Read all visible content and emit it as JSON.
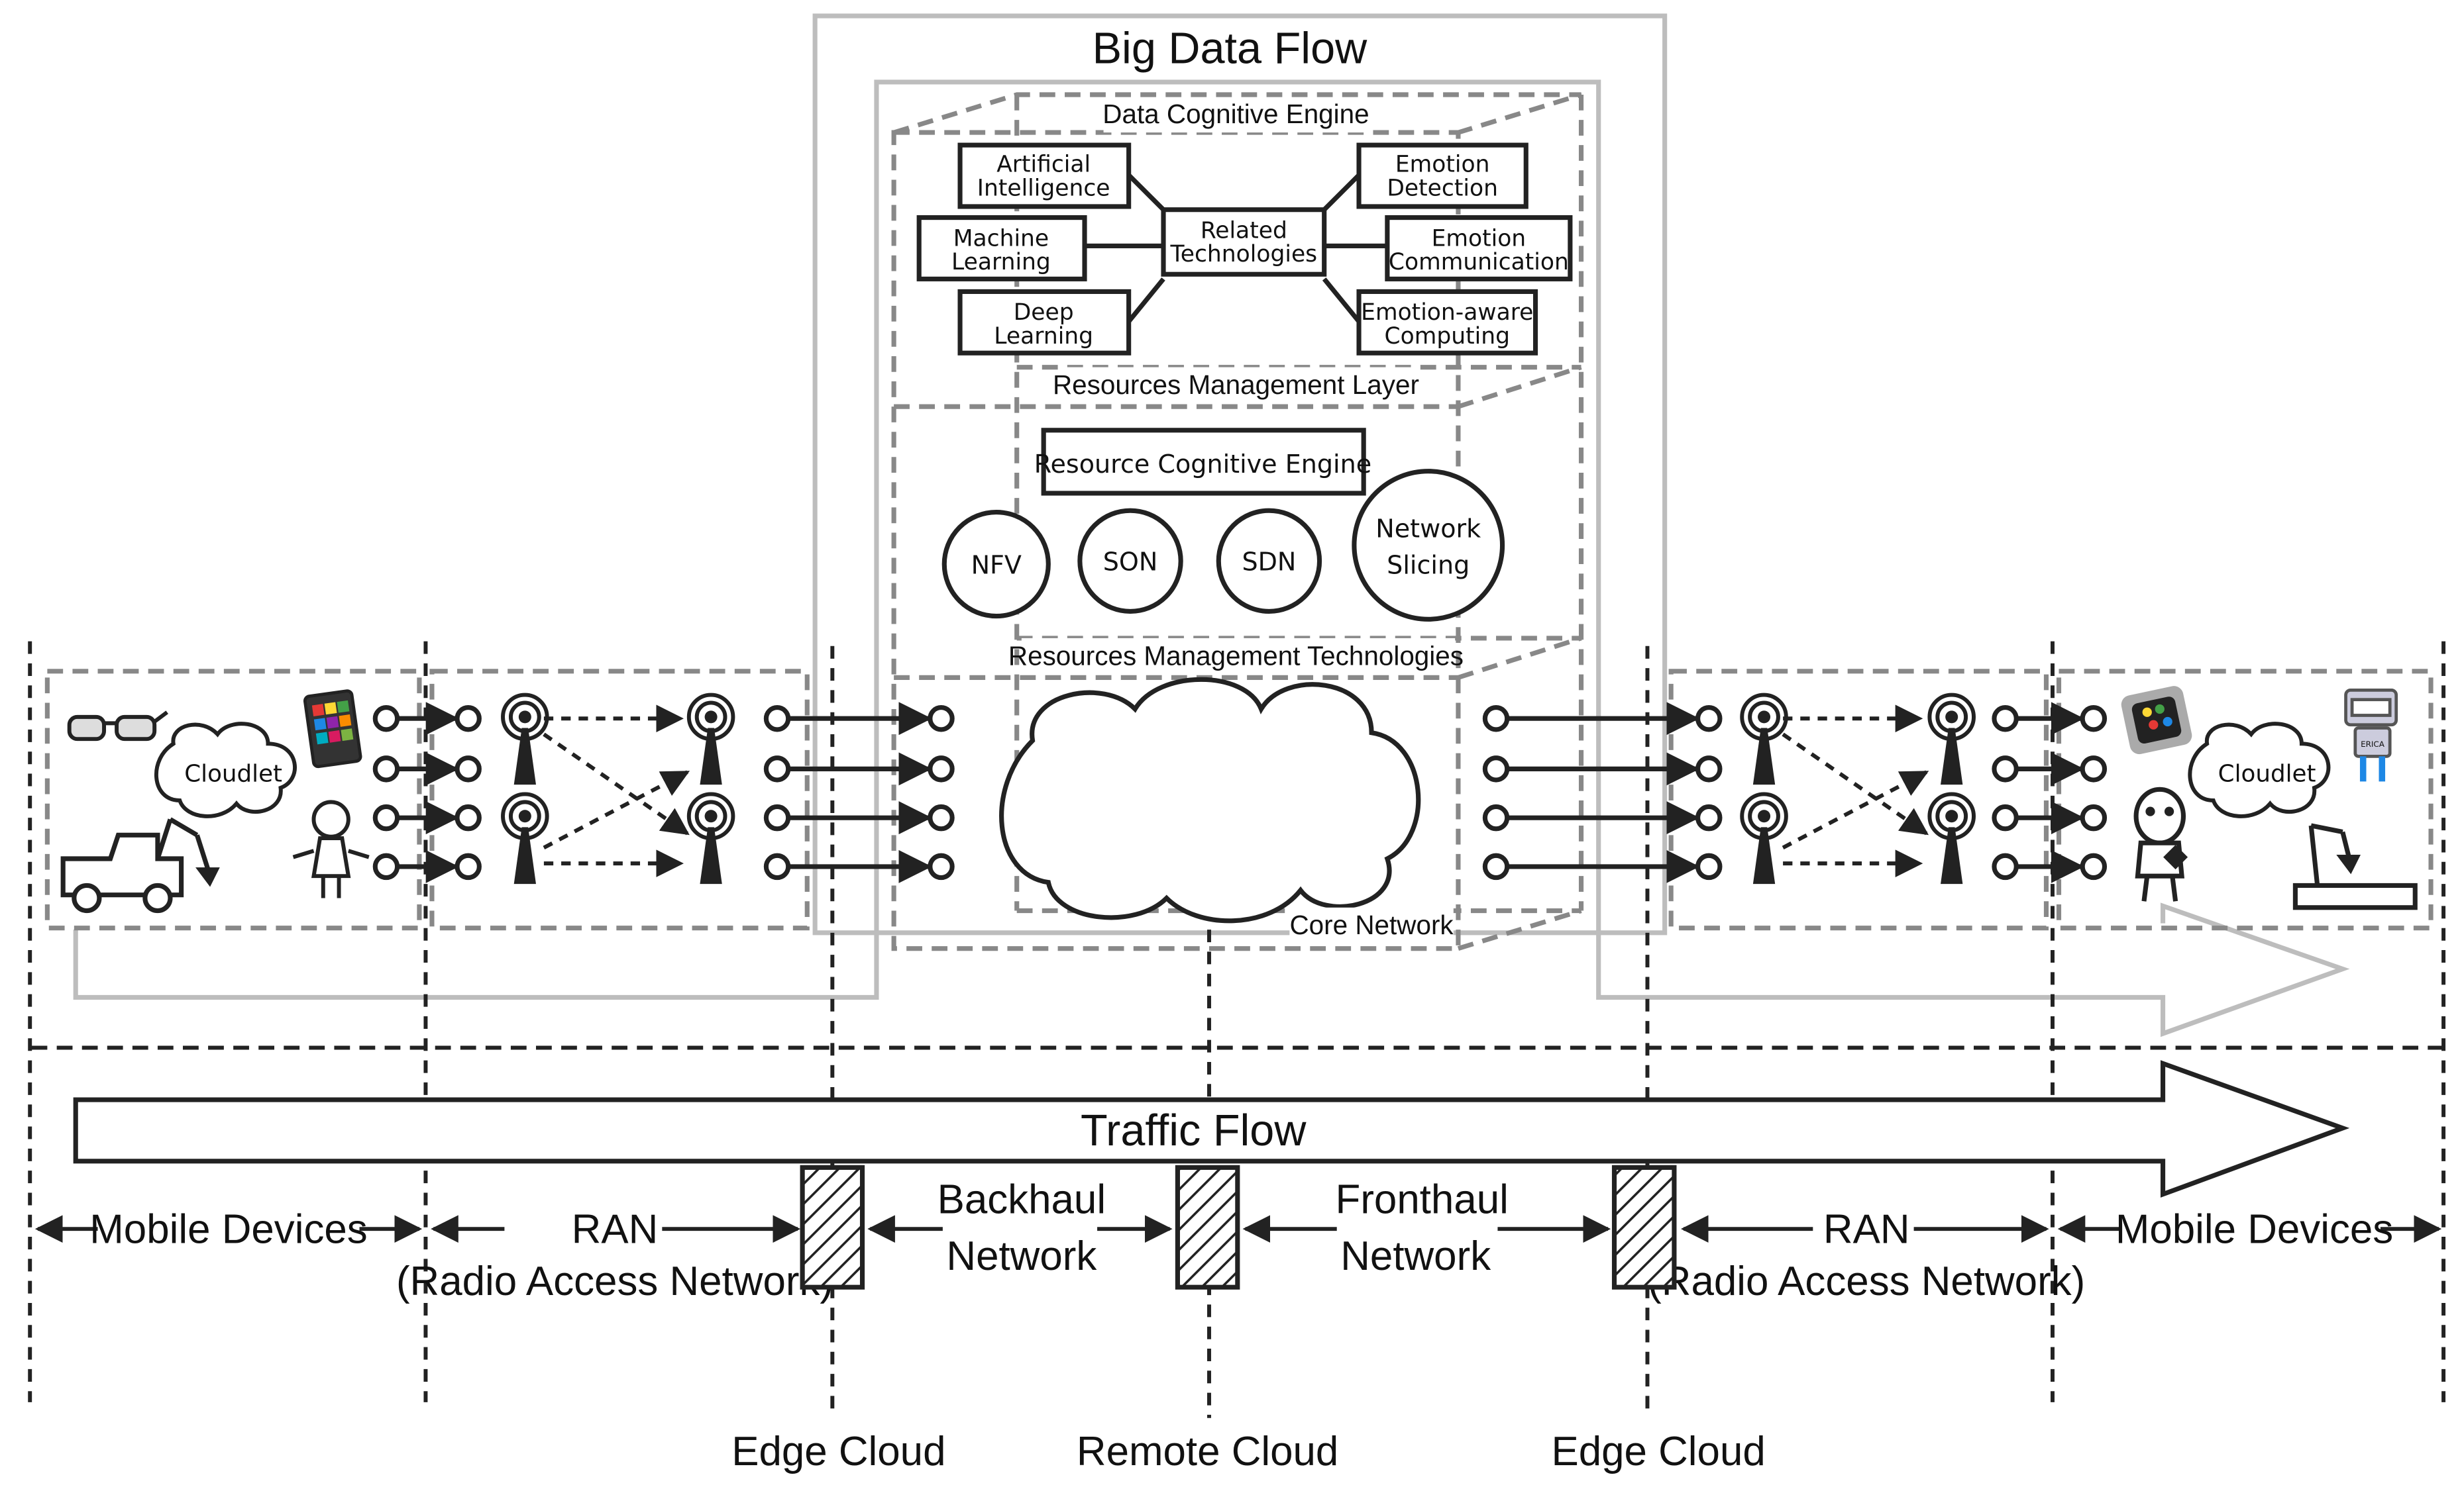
{
  "title": "Big Data Flow",
  "layers": {
    "data_cognitive_engine": "Data Cognitive Engine",
    "resources_management_layer": "Resources Management Layer",
    "resources_management_technologies": "Resources Management Technologies",
    "core_network": "Core Network"
  },
  "dce_boxes": {
    "ai": [
      "Artificial",
      "Intelligence"
    ],
    "ml": [
      "Machine",
      "Learning"
    ],
    "dl": [
      "Deep",
      "Learning"
    ],
    "related": [
      "Related",
      "Technologies"
    ],
    "emotion_detection": [
      "Emotion",
      "Detection"
    ],
    "emotion_communication": [
      "Emotion",
      "Communication"
    ],
    "emotion_aware": [
      "Emotion-aware",
      "Computing"
    ]
  },
  "resource_cognitive_engine": "Resource Cognitive Engine",
  "circles": {
    "nfv": "NFV",
    "son": "SON",
    "sdn": "SDN",
    "network_slicing": [
      "Network",
      "Slicing"
    ]
  },
  "cloudlet_left": "Cloudlet",
  "cloudlet_right": "Cloudlet",
  "traffic_flow": "Traffic Flow",
  "segments": {
    "mobile_devices_left": "Mobile Devices",
    "ran_left": [
      "RAN",
      "(Radio Access Network)"
    ],
    "backhaul": [
      "Backhaul",
      "Network"
    ],
    "fronthaul": [
      "Fronthaul",
      "Network"
    ],
    "ran_right": [
      "RAN",
      "(Radio Access Network)"
    ],
    "mobile_devices_right": "Mobile Devices"
  },
  "clouds": {
    "edge_left": "Edge Cloud",
    "remote": "Remote Cloud",
    "edge_right": "Edge Cloud"
  },
  "robot_badge": "ERICA",
  "colors": {
    "line": "#222222",
    "gray_flow": "#bdbdbd",
    "dashed_box": "#888888"
  },
  "icons": {
    "glasses": "smart-glasses-icon",
    "tablet": "tablet-icon",
    "vehicle": "vehicle-icon",
    "robot_arm": "robot-arm-icon",
    "girl": "girl-icon",
    "tower": "cell-tower-icon",
    "watch": "smartwatch-icon",
    "robot": "robot-icon",
    "person": "person-icon"
  }
}
